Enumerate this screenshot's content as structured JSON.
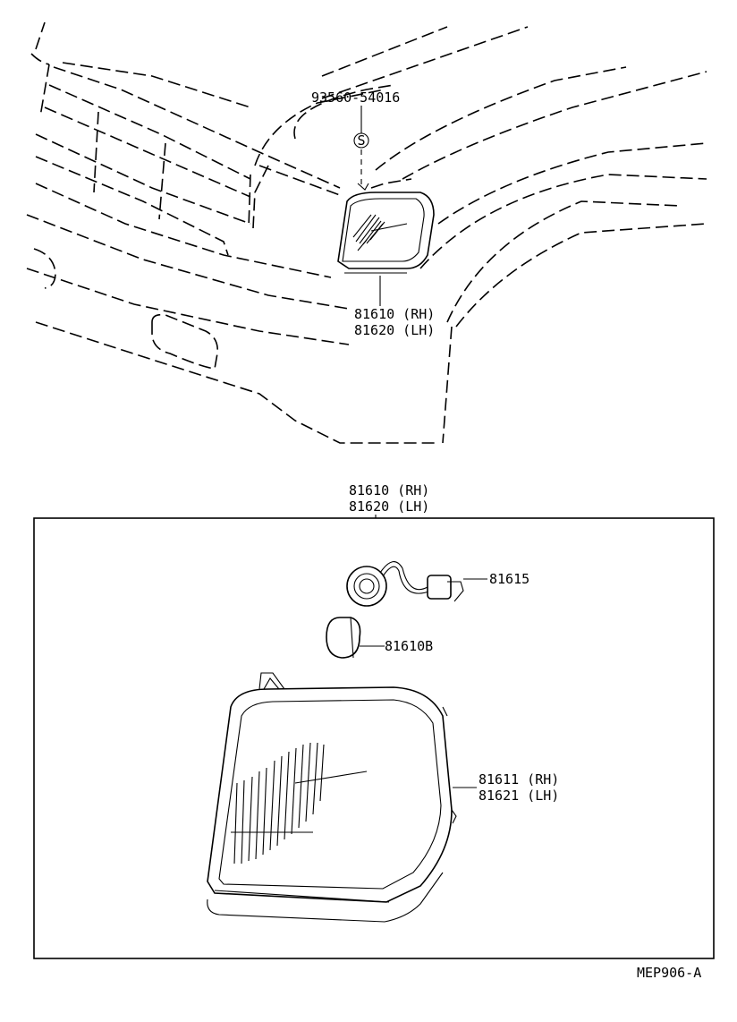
{
  "callouts": {
    "clip_part": "93560-54016",
    "clip_symbol": "S",
    "top_lamp_rh": "81610 (RH)",
    "top_lamp_lh": "81620 (LH)",
    "assembly_rh": "81610 (RH)",
    "assembly_lh": "81620 (LH)",
    "socket": "81615",
    "bulb": "81610B",
    "lens_rh": "81611 (RH)",
    "lens_lh": "81621 (LH)"
  },
  "figure_code": "MEP906-A"
}
